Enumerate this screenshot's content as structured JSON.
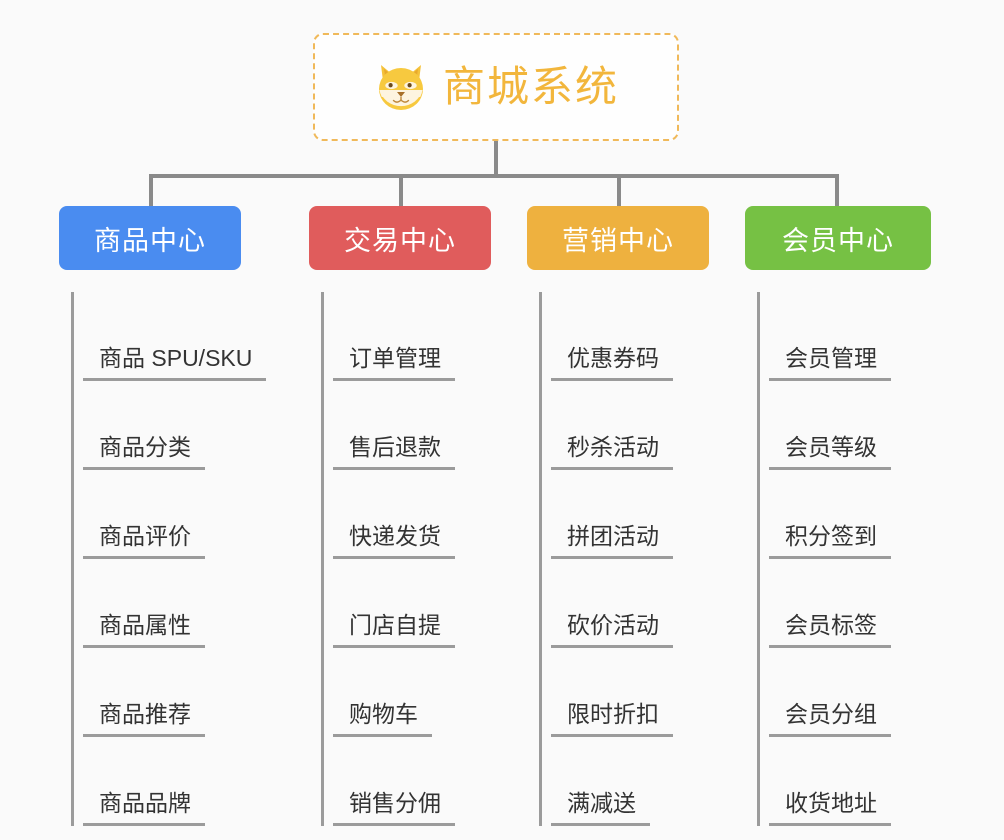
{
  "page": {
    "background_color": "#fafafa",
    "diagram_type": "org-chart-mindmap"
  },
  "root": {
    "icon": "dog-face-emoji",
    "title": "商城系统",
    "title_color": "#f2b63c",
    "border_color": "#f0b95a",
    "border_style": "dashed"
  },
  "connector": {
    "color": "#8a8a8a"
  },
  "categories": [
    {
      "label": "商品中心",
      "color": "#4a8cf0",
      "items": [
        "商品 SPU/SKU",
        "商品分类",
        "商品评价",
        "商品属性",
        "商品推荐",
        "商品品牌"
      ]
    },
    {
      "label": "交易中心",
      "color": "#e05c5c",
      "items": [
        "订单管理",
        "售后退款",
        "快递发货",
        "门店自提",
        "购物车",
        "销售分佣"
      ]
    },
    {
      "label": "营销中心",
      "color": "#eeb13f",
      "items": [
        "优惠券码",
        "秒杀活动",
        "拼团活动",
        "砍价活动",
        "限时折扣",
        "满减送"
      ]
    },
    {
      "label": "会员中心",
      "color": "#76c144",
      "items": [
        "会员管理",
        "会员等级",
        "积分签到",
        "会员标签",
        "会员分组",
        "收货地址"
      ]
    }
  ]
}
